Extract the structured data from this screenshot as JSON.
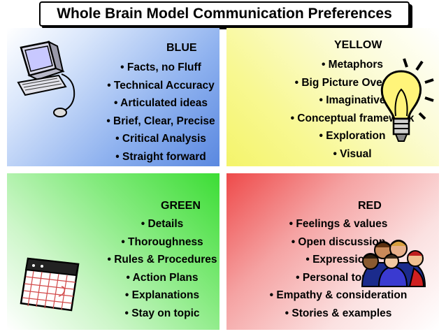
{
  "title": "Whole Brain Model Communication Preferences",
  "colors": {
    "blue": "#5a88e0",
    "yellow": "#f4f46a",
    "green": "#3cdd35",
    "red": "#ee4a4a"
  },
  "quadrants": {
    "blue": {
      "heading": "BLUE",
      "items": [
        "• Facts, no Fluff",
        "• Technical Accuracy",
        "• Articulated ideas",
        "• Brief, Clear, Precise",
        "• Critical Analysis",
        "• Straight forward"
      ]
    },
    "yellow": {
      "heading": "YELLOW",
      "items": [
        "• Metaphors",
        "• Big Picture Overview",
        "• Imaginative",
        "• Conceptual framework",
        "• Exploration",
        "• Visual"
      ]
    },
    "green": {
      "heading": "GREEN",
      "items": [
        "• Details",
        "• Thoroughness",
        "• Rules & Procedures",
        "• Action Plans",
        "• Explanations",
        "• Stay on topic"
      ]
    },
    "red": {
      "heading": "RED",
      "items": [
        "• Feelings & values",
        "• Open discussion",
        "• Expression",
        "• Personal touch",
        "• Empathy & consideration",
        "• Stories & examples"
      ]
    }
  },
  "icons": {
    "blue": "computer-icon",
    "yellow": "light-bulb-icon",
    "green": "calendar-icon",
    "red": "people-group-icon"
  }
}
